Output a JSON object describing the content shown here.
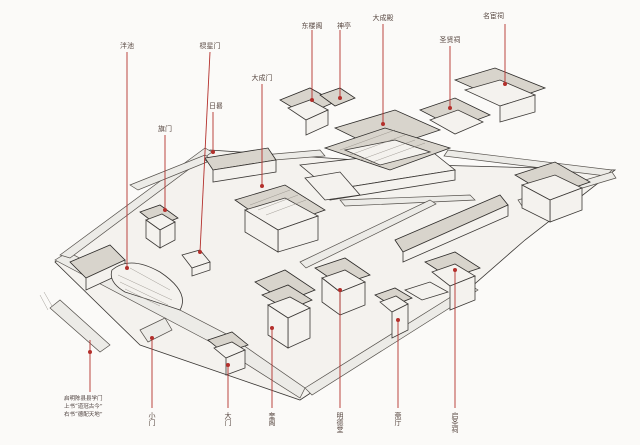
{
  "labels": [
    {
      "id": "a",
      "text": "东楼阁"
    },
    {
      "id": "b",
      "text": "神亭"
    },
    {
      "id": "c",
      "text": "大成殿"
    },
    {
      "id": "d",
      "text": "名宦祠"
    },
    {
      "id": "e",
      "text": "圣贤祠"
    },
    {
      "id": "f",
      "text": "泮池"
    },
    {
      "id": "g",
      "text": "棂星门"
    },
    {
      "id": "h",
      "text": "大成门"
    },
    {
      "id": "i",
      "text": "日晷"
    },
    {
      "id": "j",
      "text": "旗门"
    },
    {
      "id": "k",
      "text": "明德堂"
    },
    {
      "id": "l",
      "text": "斋厅"
    },
    {
      "id": "m",
      "text": "启圣祠"
    },
    {
      "id": "n",
      "text": "小门"
    },
    {
      "id": "o",
      "text": "大门"
    },
    {
      "id": "p",
      "text": "奎阁"
    }
  ],
  "note": {
    "line1": "启明陈县县学门",
    "line2": "上书“道冠古今”",
    "line3": "右书“德配天地”"
  }
}
